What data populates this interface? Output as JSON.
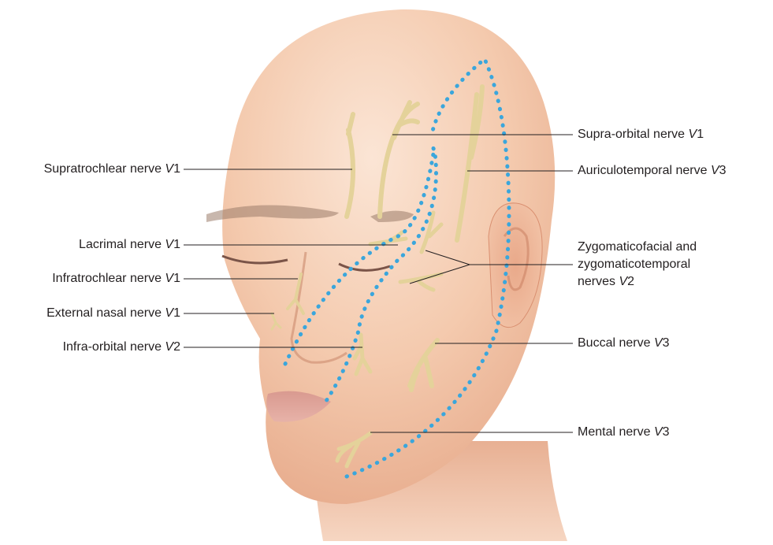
{
  "labels": {
    "supratrochlear": {
      "name": "Supratrochlear nerve ",
      "div": "V",
      "num": "1"
    },
    "lacrimal": {
      "name": "Lacrimal nerve ",
      "div": "V",
      "num": "1"
    },
    "infratrochlear": {
      "name": "Infratrochlear nerve ",
      "div": "V",
      "num": "1"
    },
    "external_nasal": {
      "name": "External nasal nerve ",
      "div": "V",
      "num": "1"
    },
    "infraorbital": {
      "name": "Infra-orbital nerve ",
      "div": "V",
      "num": "2"
    },
    "supraorbital": {
      "name": "Supra-orbital nerve ",
      "div": "V",
      "num": "1"
    },
    "auriculotemporal": {
      "name": "Auriculotemporal nerve ",
      "div": "V",
      "num": "3"
    },
    "zygomatic_line1": "Zygomaticofacial and",
    "zygomatic_line2": "zygomaticotemporal",
    "zygomatic": {
      "name": "nerves ",
      "div": "V",
      "num": "2"
    },
    "buccal": {
      "name": "Buccal nerve ",
      "div": "V",
      "num": "3"
    },
    "mental": {
      "name": "Mental nerve ",
      "div": "V",
      "num": "3"
    }
  },
  "colors": {
    "skin": "#f3c9ad",
    "skin_light": "#f8dccb",
    "nerve": "#e4d29a",
    "nerve_dark": "#b9a265",
    "dotted_boundary": "#3aa6dc",
    "leader": "#231f20"
  }
}
